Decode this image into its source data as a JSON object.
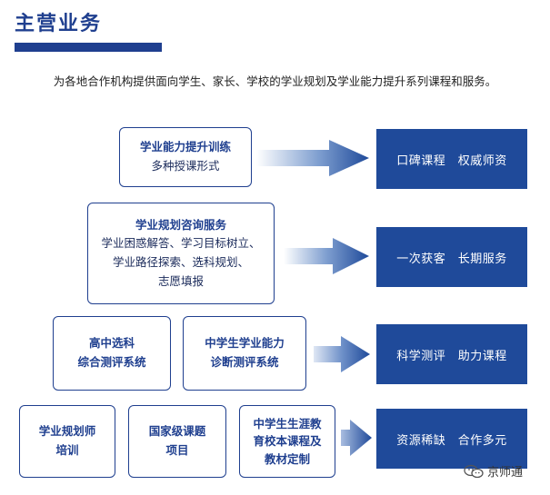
{
  "header": {
    "title": "主营业务",
    "subtitle": "为各地合作机构提供面向学生、家长、学校的学业规划及学业能力提升系列课程和服务。"
  },
  "rows": [
    {
      "sources": [
        {
          "lines": [
            "学业能力提升训练",
            "多种授课形式"
          ],
          "bold_lines": 1
        }
      ],
      "result": "口碑课程　权威师资"
    },
    {
      "sources": [
        {
          "lines": [
            "学业规划咨询服务",
            "学业困惑解答、学习目标树立、",
            "学业路径探索、选科规划、",
            "志愿填报"
          ],
          "bold_lines": 1
        }
      ],
      "result": "一次获客　长期服务"
    },
    {
      "sources": [
        {
          "lines": [
            "高中选科",
            "综合测评系统"
          ],
          "bold_lines": 2
        },
        {
          "lines": [
            "中学生学业能力",
            "诊断测评系统"
          ],
          "bold_lines": 2
        }
      ],
      "result": "科学测评　助力课程"
    },
    {
      "sources": [
        {
          "lines": [
            "学业规划师",
            "培训"
          ],
          "bold_lines": 2
        },
        {
          "lines": [
            "国家级课题",
            "项目"
          ],
          "bold_lines": 2
        },
        {
          "lines": [
            "中学生生涯教",
            "育校本课程及",
            "教材定制"
          ],
          "bold_lines": 3
        }
      ],
      "result": "资源稀缺　合作多元"
    }
  ],
  "watermark": {
    "text": "京师通",
    "icon": "wechat-icon"
  },
  "colors": {
    "primary": "#1f3f8f",
    "result_fill": "#1f4a9a"
  }
}
